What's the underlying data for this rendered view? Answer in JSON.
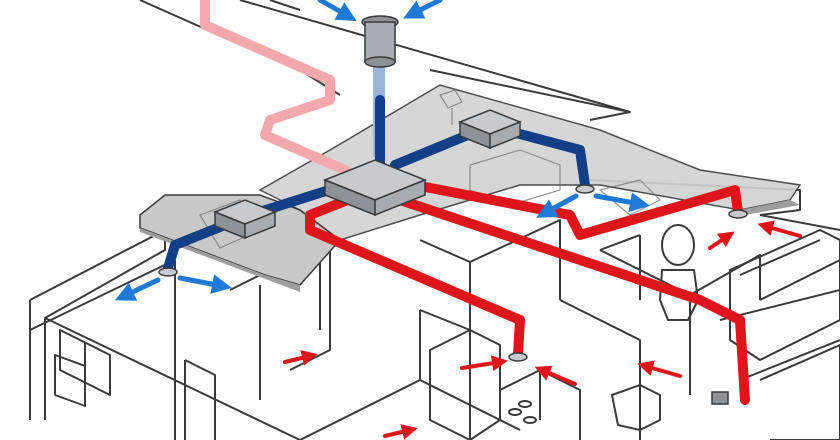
{
  "diagram": {
    "subject": "ventilation-heat-recovery-system",
    "colors": {
      "background": "#ffffff",
      "wall_line": "#3a3a3a",
      "attic_floor": "#c9c9c9",
      "attic_shadow": "#9e9e9e",
      "unit_box": "#b8bcc2",
      "unit_box_dark": "#8d9299",
      "supply_duct": "#123f86",
      "extract_duct": "#e0141b",
      "exhaust_pink": "#f2a8ad",
      "intake_light": "#9bb4d8",
      "arrow_blue": "#1e7ad6",
      "arrow_red": "#e0141b"
    },
    "components": [
      {
        "id": "roof-cowl",
        "kind": "roof-terminal"
      },
      {
        "id": "mvhr-unit",
        "kind": "heat-recovery-unit"
      },
      {
        "id": "supply-box-left",
        "kind": "distribution-box"
      },
      {
        "id": "supply-box-right",
        "kind": "distribution-box"
      }
    ],
    "flows": [
      {
        "id": "fresh-air-intake",
        "type": "intake"
      },
      {
        "id": "stale-air-exhaust",
        "type": "exhaust"
      },
      {
        "id": "supply-air",
        "type": "supply"
      },
      {
        "id": "extract-air",
        "type": "extract"
      }
    ]
  }
}
